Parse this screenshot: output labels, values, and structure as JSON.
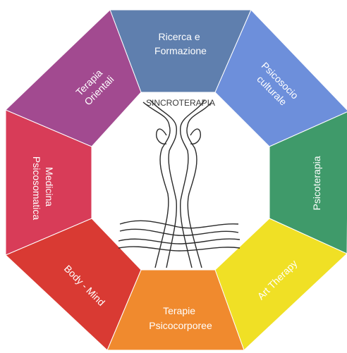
{
  "center_title": "SINCROTERAPIA",
  "segments": [
    {
      "id": "ricerca",
      "lines": [
        "Ricerca e",
        "Formazione"
      ],
      "color": "#5f7fae"
    },
    {
      "id": "psicosocio",
      "lines": [
        "Psicosocio",
        "culturale"
      ],
      "color": "#6d8fdb"
    },
    {
      "id": "psicoterapia",
      "lines": [
        "Psicoterapia"
      ],
      "color": "#3f9a6a"
    },
    {
      "id": "art-therapy",
      "lines": [
        "Art Therapy"
      ],
      "color": "#f0e025"
    },
    {
      "id": "terapie-psicocorporee",
      "lines": [
        "Terapie",
        "Psicocorporee"
      ],
      "color": "#f08a2e"
    },
    {
      "id": "body-mind",
      "lines": [
        "Body - Mind"
      ],
      "color": "#d93a33"
    },
    {
      "id": "medicina-psicosomatica",
      "lines": [
        "Medicina",
        "Psicosomatica"
      ],
      "color": "#d83c58"
    },
    {
      "id": "terapia-orientali",
      "lines": [
        "Terapia",
        "Orientali"
      ],
      "color": "#a24a90"
    }
  ],
  "center_color": "#ffffff",
  "outline_color": "#2a2a2a"
}
